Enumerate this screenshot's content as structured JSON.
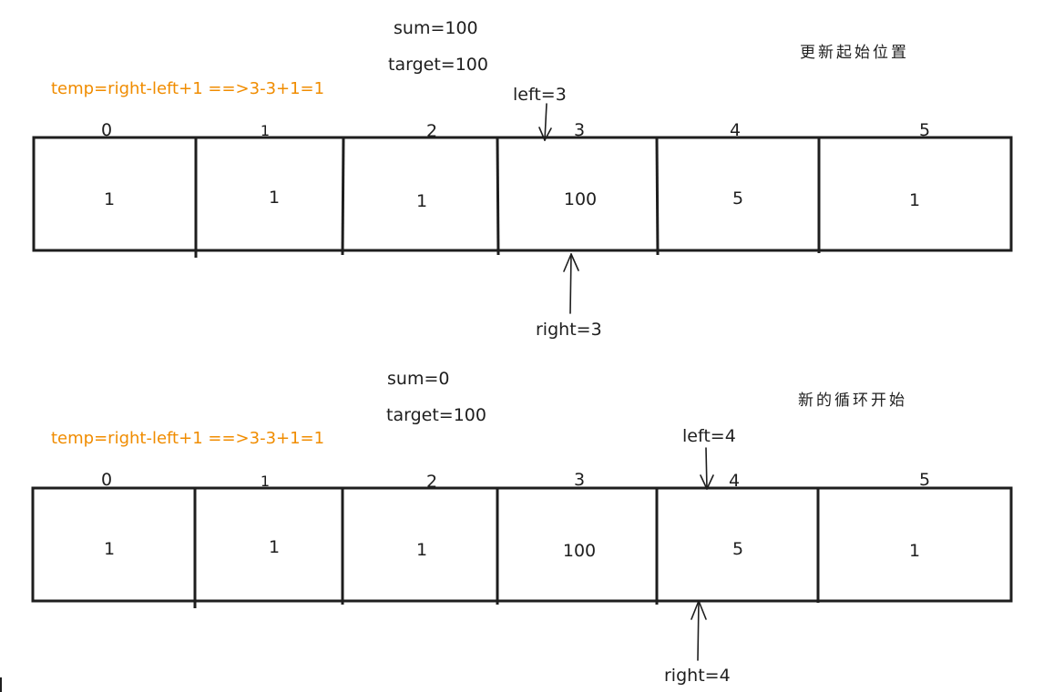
{
  "panels": [
    {
      "sum_label": "sum=100",
      "target_label": "target=100",
      "note": "更新起始位置",
      "formula": "temp=right-left+1 ==>3-3+1=1",
      "left_label": "left=3",
      "right_label": "right=3",
      "left_index": 3,
      "right_index": 3,
      "indices": [
        "0",
        "1",
        "2",
        "3",
        "4",
        "5"
      ],
      "values": [
        "1",
        "1",
        "1",
        "100",
        "5",
        "1"
      ]
    },
    {
      "sum_label": "sum=0",
      "target_label": "target=100",
      "note": "新的循环开始",
      "formula": "temp=right-left+1 ==>3-3+1=1",
      "left_label": "left=4",
      "right_label": "right=4",
      "left_index": 4,
      "right_index": 4,
      "indices": [
        "0",
        "1",
        "2",
        "3",
        "4",
        "5"
      ],
      "values": [
        "1",
        "1",
        "1",
        "100",
        "5",
        "1"
      ]
    }
  ],
  "colors": {
    "ink": "#1e1e1e",
    "formula": "#f08c00"
  }
}
